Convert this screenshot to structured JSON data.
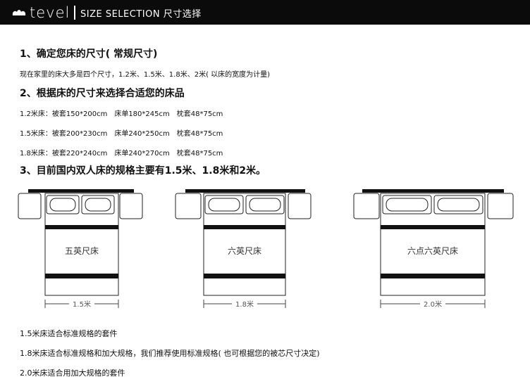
{
  "header": {
    "brand": "tevel",
    "title": "SIZE SELECTION  尺寸选择",
    "logo_icon": "crown-icon"
  },
  "sections": {
    "s1_title": "1、确定您床的尺寸( 常规尺寸)",
    "s1_text": "现在家里的床大多是四个尺寸，1.2米、1.5米、1.8米、2米( 以床的宽度为计量)",
    "s2_title": "2、根据床的尺寸来选择合适您的床品",
    "s2_lines": [
      "1.2米床：被套150*200cm　床单180*245cm　枕套48*75cm",
      "1.5米床：被套200*230cm　床单240*250cm　枕套48*75cm",
      "1.8米床：被套220*240cm　床单240*270cm　枕套48*75cm"
    ],
    "s3_title": "3、目前国内双人床的规格主要有1.5米、1.8米和2米。"
  },
  "beds": [
    {
      "name": "五英尺床",
      "width_label": "1.5米"
    },
    {
      "name": "六英尺床",
      "width_label": "1.8米"
    },
    {
      "name": "六点六英尺床",
      "width_label": "2.0米"
    }
  ],
  "notes": [
    "1.5米床适合标准规格的套件",
    "1.8米床适合标准规格和加大规格，我们推荐使用标准规格( 也可根据您的被芯尺寸决定)",
    "2.0米床适合用加大规格的套件"
  ]
}
